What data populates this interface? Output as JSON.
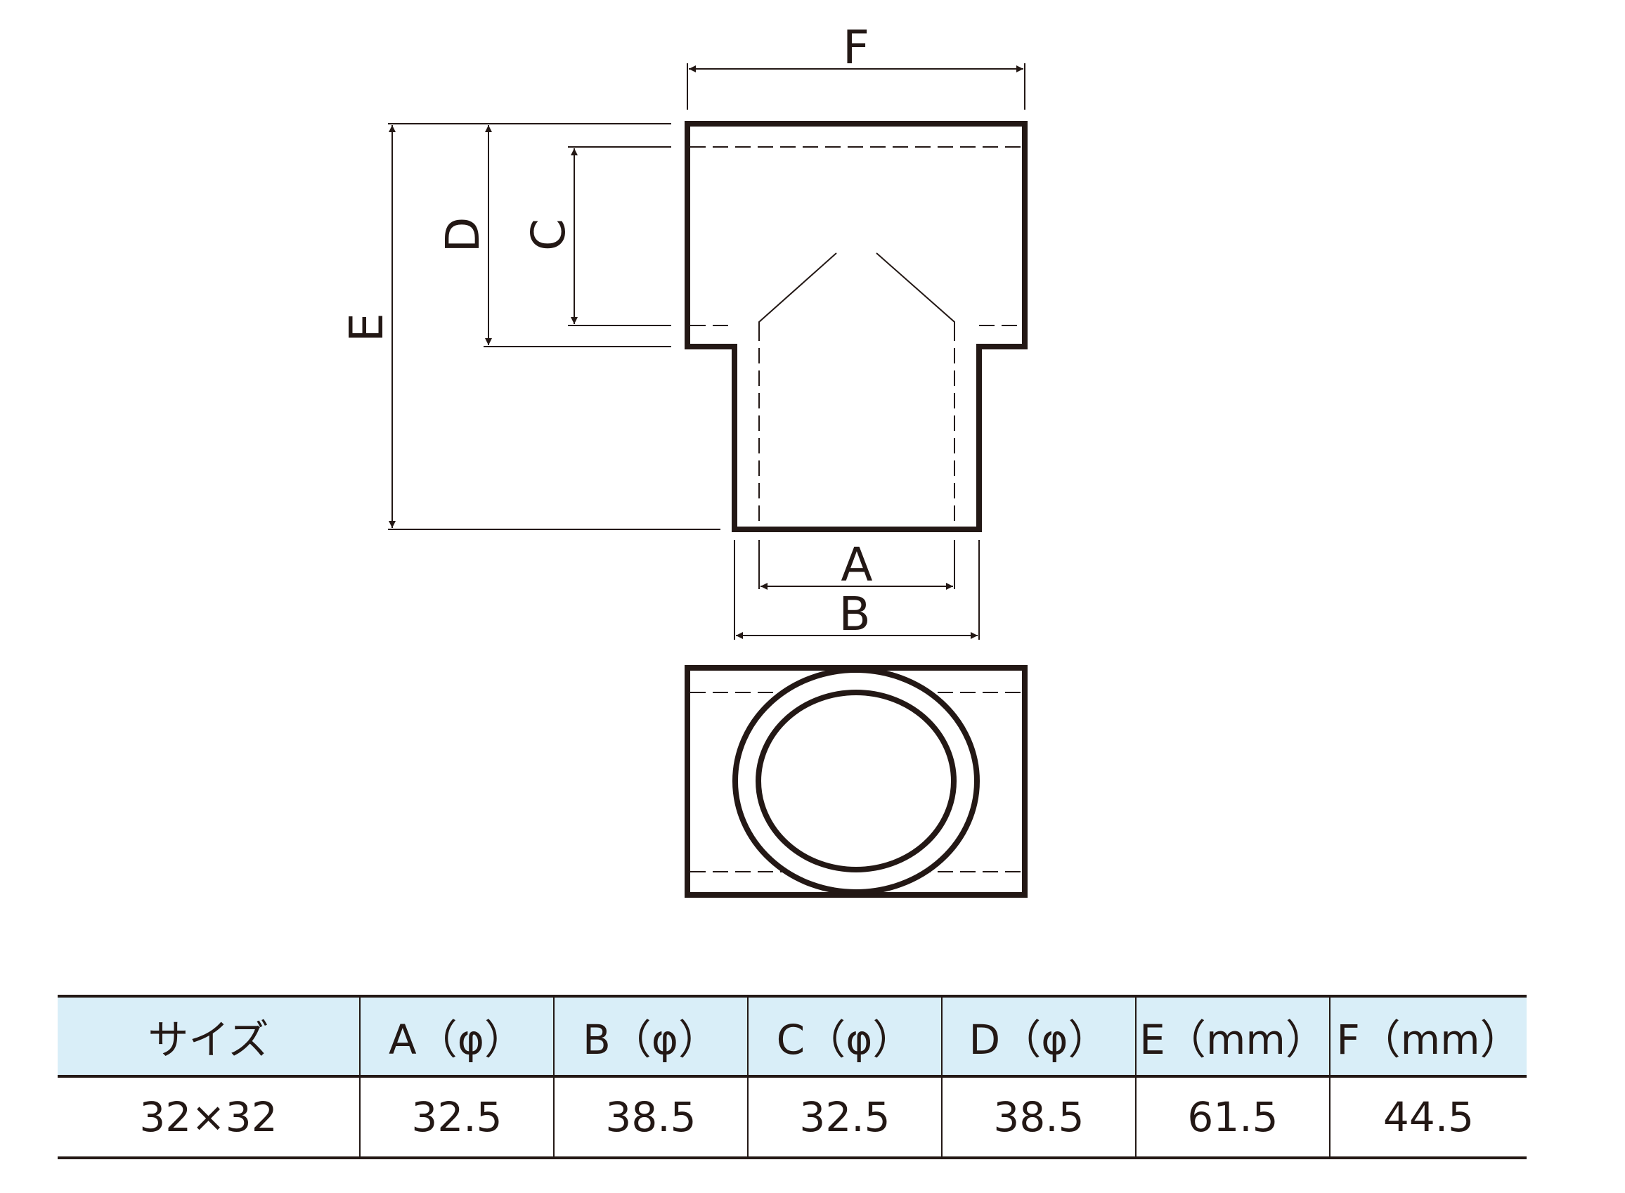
{
  "dimension_labels": {
    "a": "A",
    "b": "B",
    "c": "C",
    "d": "D",
    "e": "E",
    "f": "F"
  },
  "table": {
    "headers": [
      "サイズ",
      "A（φ）",
      "B（φ）",
      "C（φ）",
      "D（φ）",
      "E（mm）",
      "F（mm）"
    ],
    "rows": [
      [
        "32×32",
        "32.5",
        "38.5",
        "32.5",
        "38.5",
        "61.5",
        "44.5"
      ]
    ]
  },
  "colors": {
    "line": "#231815",
    "header_bg": "#d9eef8"
  }
}
